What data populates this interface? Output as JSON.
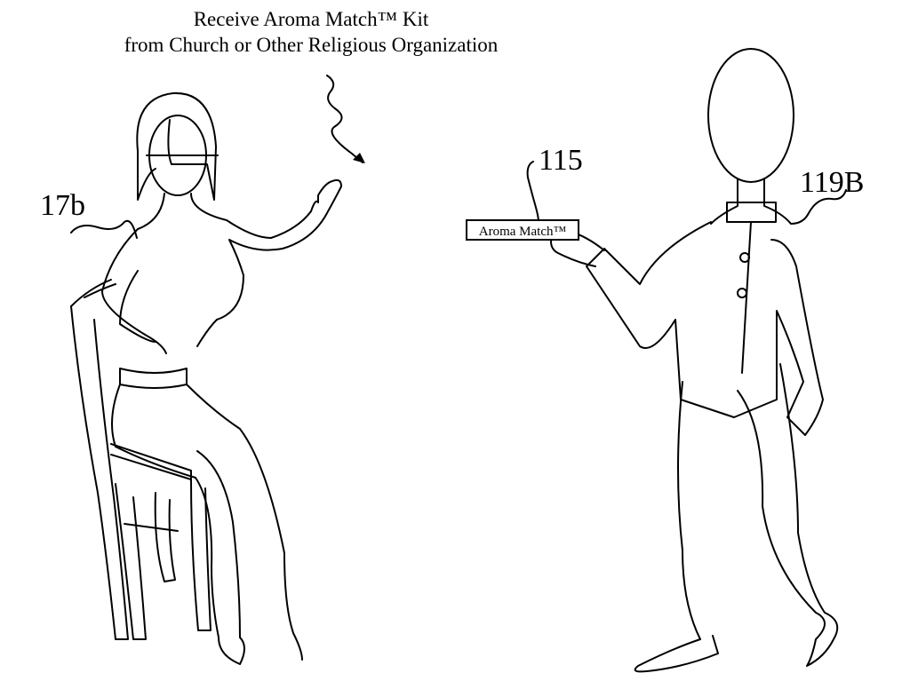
{
  "caption": {
    "line1": "Receive Aroma Match™ Kit",
    "line2": "from Church or Other Religious Organization"
  },
  "labels": {
    "woman_ref": "17b",
    "kit_ref": "115",
    "man_ref": "119B"
  },
  "kit": {
    "label": "Aroma Match™"
  }
}
